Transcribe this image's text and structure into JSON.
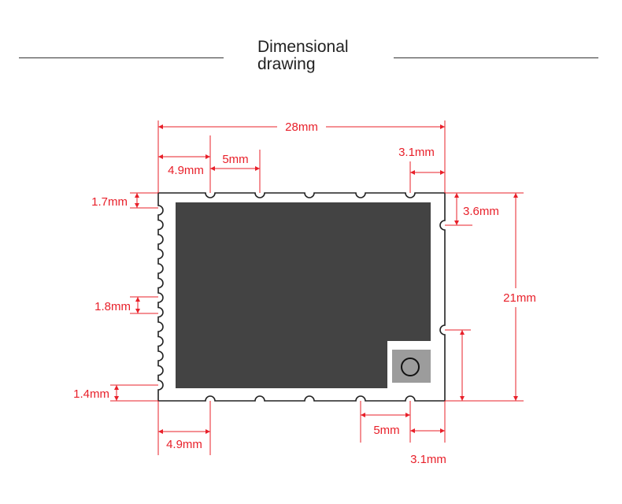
{
  "title": "Dimensional\ndrawing",
  "colors": {
    "dimension": "#e8202a",
    "outline": "#222222",
    "shield": "#434343",
    "antenna_pad": "#9c9c9c",
    "header_line": "#333333"
  },
  "dimensions": {
    "overall_width": "28mm",
    "overall_height": "21mm",
    "top_first_pad_offset": "4.9mm",
    "top_pad_pitch": "5mm",
    "top_last_pad_offset": "3.1mm",
    "right_first_pad_offset": "3.6mm",
    "left_first_pad_offset": "1.7mm",
    "left_pad_pitch": "1.8mm",
    "left_last_pad_offset": "1.4mm",
    "bottom_first_pad_offset": "4.9mm",
    "bottom_pad_pitch": "5mm",
    "bottom_last_pad_offset": "3.1mm"
  }
}
